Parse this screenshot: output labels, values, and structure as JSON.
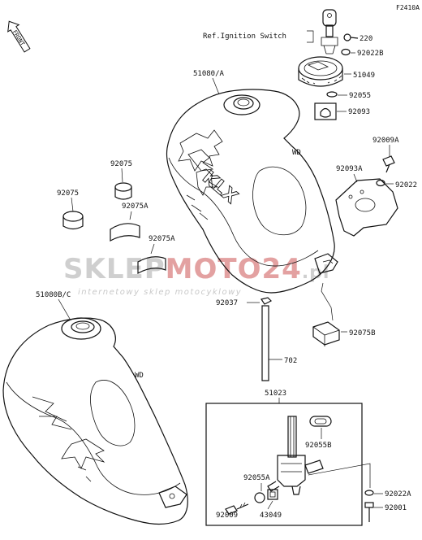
{
  "diagram": {
    "figure_code": "F2410A",
    "front_arrow": "FRONT",
    "ref_note": "Ref.Ignition Switch",
    "tank_top_logo": "KLX",
    "wd_mark": "WD",
    "watermark": {
      "brand_part1": "SKLEP",
      "brand_part2": "MOTO",
      "brand_part3": "24",
      "brand_suffix": ".pl",
      "tagline": "internetowy sklep motocyklowy",
      "color_grey": "#cfcfcf",
      "color_red": "#e3a1a1"
    },
    "labels": {
      "p220": "220",
      "p92022B": "92022B",
      "p51049": "51049",
      "p92055": "92055",
      "p92093": "92093",
      "p51080A": "51080/A",
      "p92009A": "92009A",
      "p92093A": "92093A",
      "p92022": "92022",
      "p92075_top": "92075",
      "p92075_left": "92075",
      "p92075A_1": "92075A",
      "p92075A_2": "92075A",
      "p51080BC": "51080B/C",
      "p92037": "92037",
      "p92075B": "92075B",
      "p702": "702",
      "p51023": "51023",
      "p92055B": "92055B",
      "p92055A": "92055A",
      "p92009": "92009",
      "p43049": "43049",
      "p92022A": "92022A",
      "p92001": "92001"
    }
  }
}
